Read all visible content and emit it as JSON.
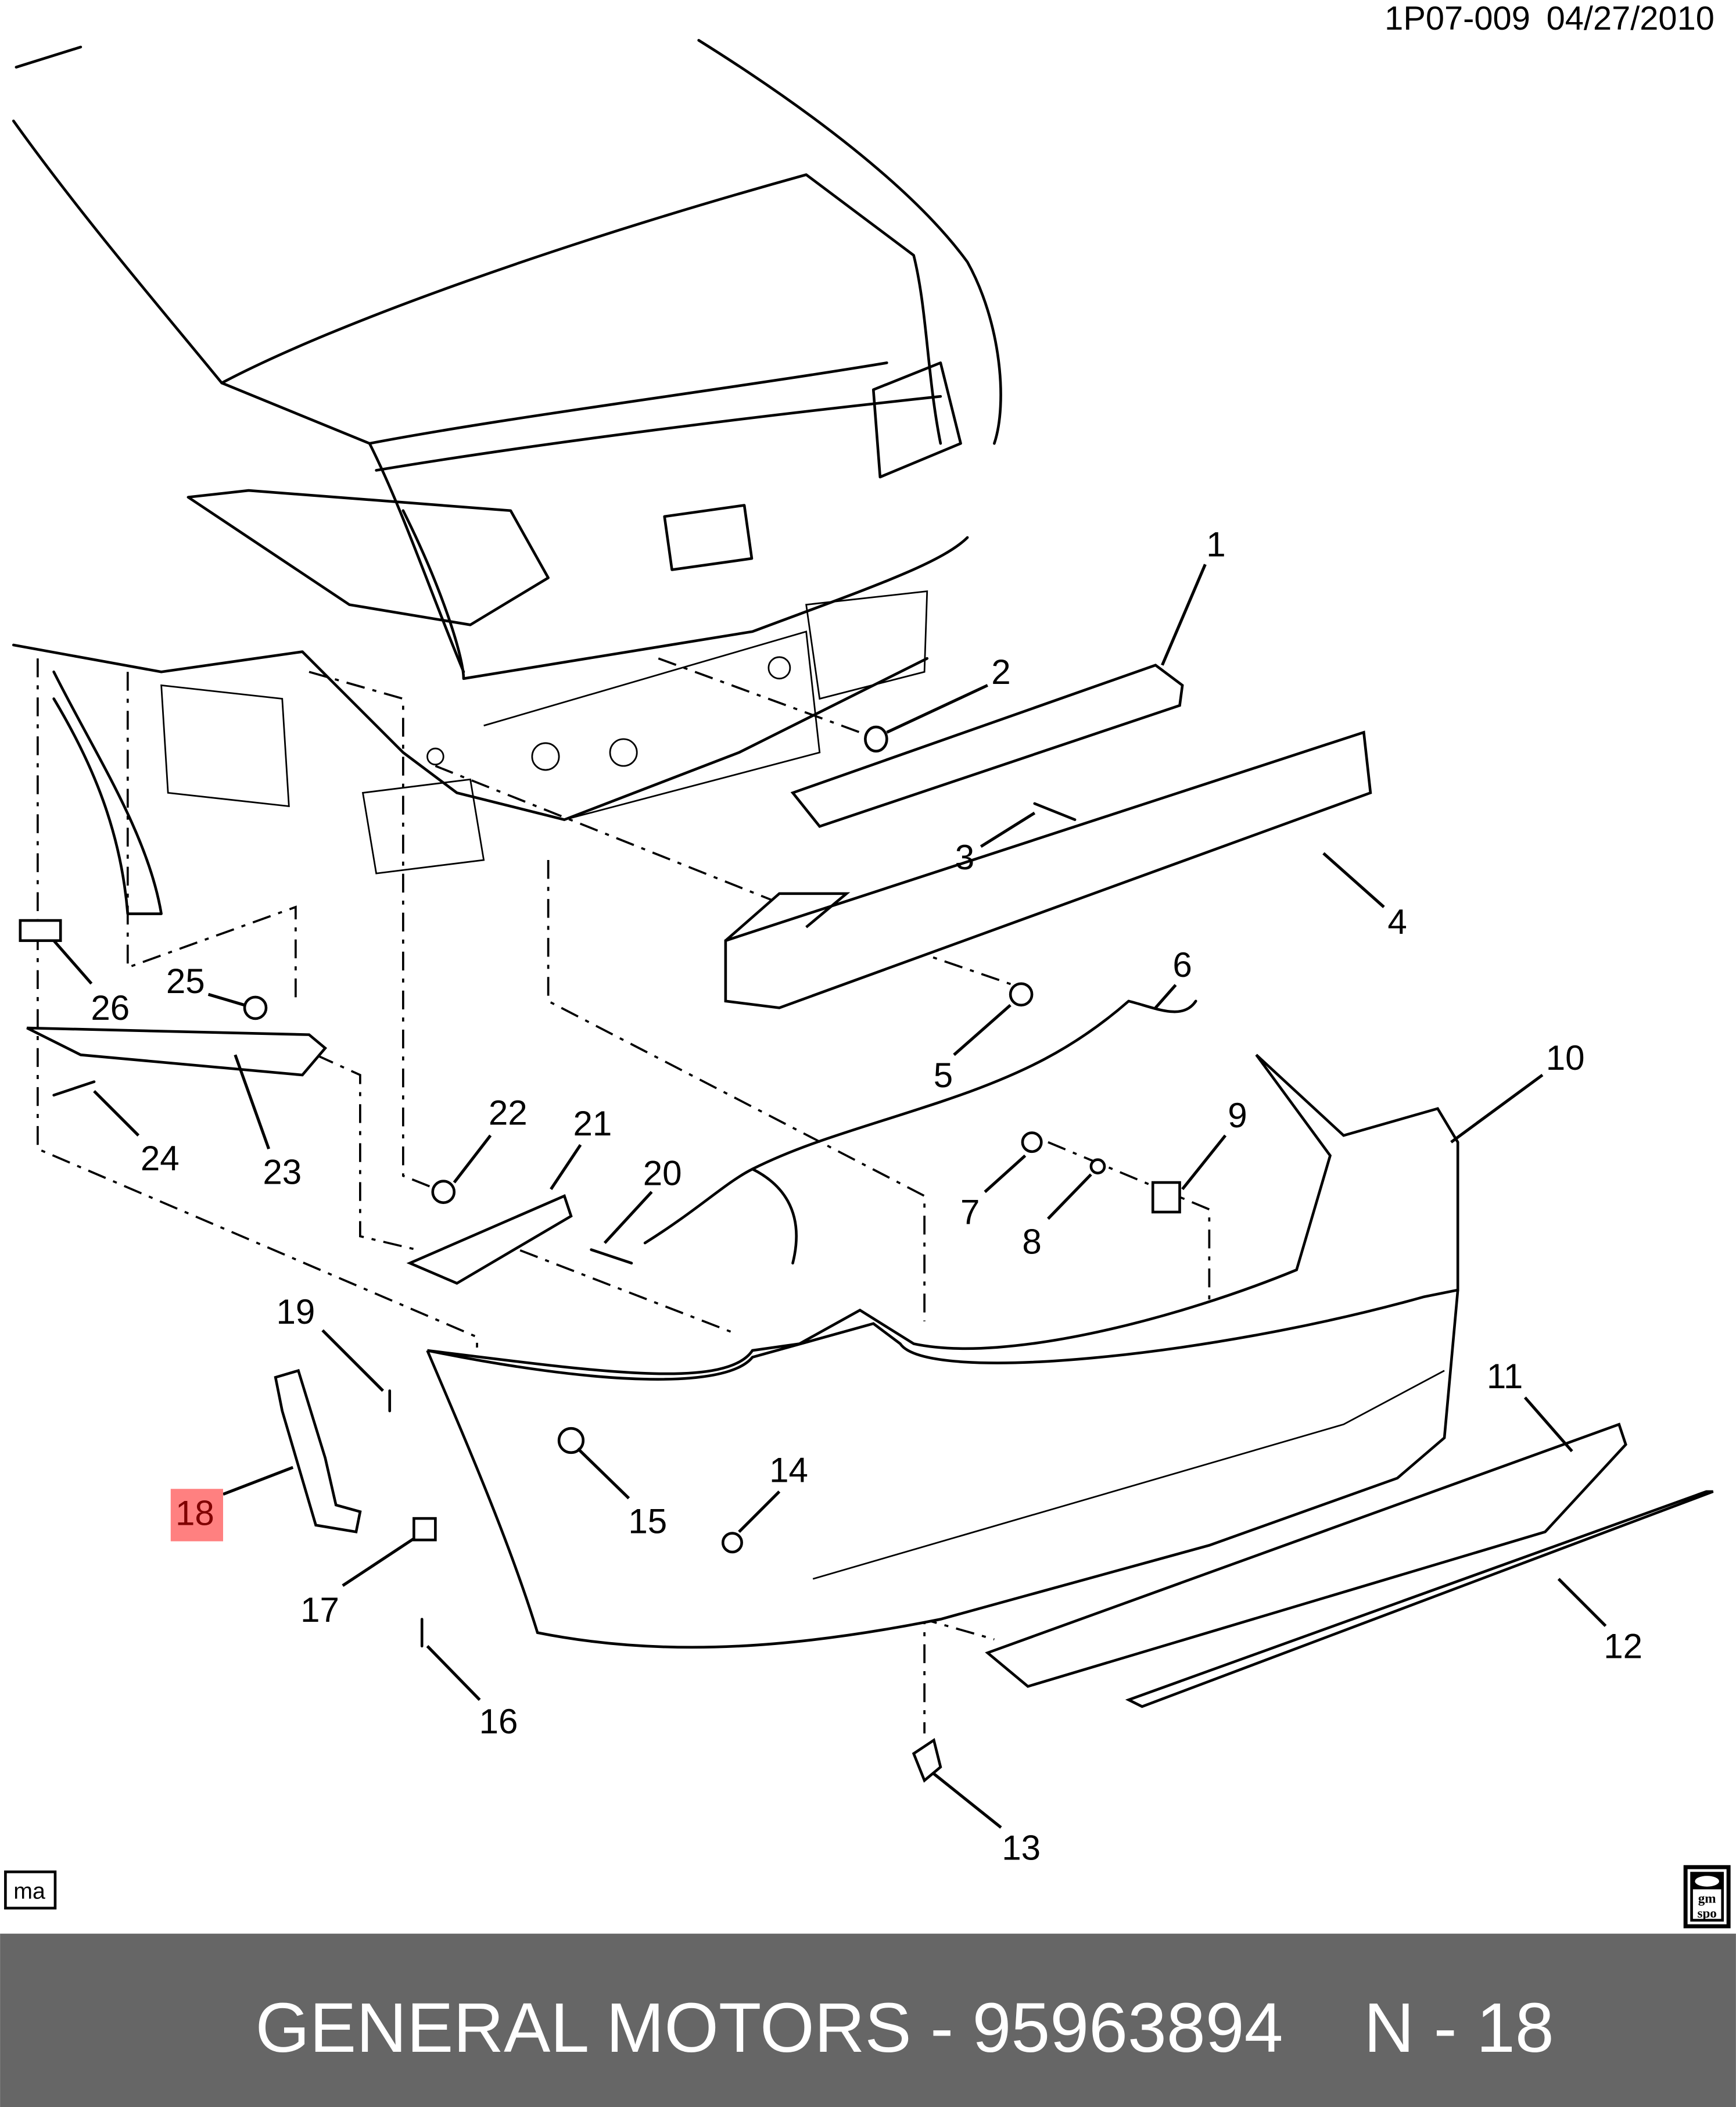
{
  "header": {
    "diagram_code": "1P07-009",
    "date": "04/27/2010"
  },
  "callouts": [
    "1",
    "2",
    "3",
    "4",
    "5",
    "6",
    "7",
    "8",
    "9",
    "10",
    "11",
    "12",
    "13",
    "14",
    "15",
    "16",
    "17",
    "18",
    "19",
    "20",
    "21",
    "22",
    "23",
    "24",
    "25",
    "26"
  ],
  "highlighted_callout": "18",
  "colors": {
    "highlight_fill": "#ff8080",
    "highlight_text": "#800000",
    "footer_bg": "#666666",
    "footer_text": "#ffffff"
  },
  "corner_label": "ma",
  "logo": {
    "text": "gm spo"
  },
  "footer": {
    "brand": "GENERAL MOTORS",
    "separator": "-",
    "part_number": "95963894",
    "page": "N - 18"
  }
}
